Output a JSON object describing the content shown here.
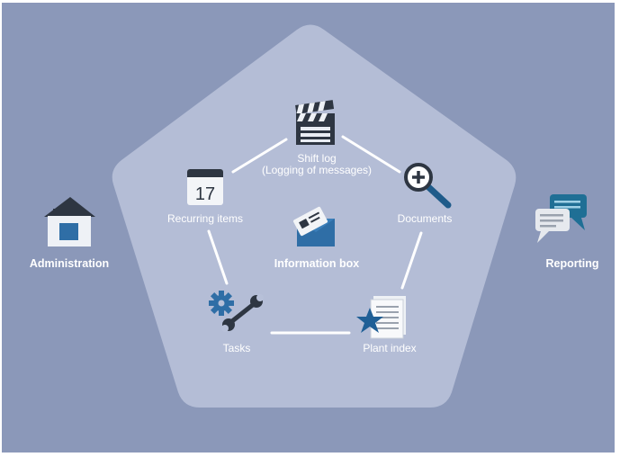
{
  "colors": {
    "background": "#8b98b9",
    "pentagon": "#b7c0d8",
    "connector": "#ffffff",
    "icon_blue": "#2f6ea6",
    "icon_dark": "#2e3642"
  },
  "nodes": {
    "shift_log": {
      "label_line1": "Shift log",
      "label_line2": "(Logging of messages)",
      "icon": "clapperboard-icon"
    },
    "documents": {
      "label": "Documents",
      "icon": "magnifier-plus-icon"
    },
    "recurring": {
      "label": "Recurring items",
      "icon": "calendar-icon",
      "calendar_day": "17"
    },
    "information": {
      "label": "Information box",
      "icon": "envelope-card-icon"
    },
    "tasks": {
      "label": "Tasks",
      "icon": "gear-wrench-icon"
    },
    "plant_index": {
      "label": "Plant index",
      "icon": "star-document-icon"
    }
  },
  "sides": {
    "administration": {
      "label": "Administration",
      "icon": "house-icon"
    },
    "reporting": {
      "label": "Reporting",
      "icon": "speech-bubbles-icon"
    }
  }
}
